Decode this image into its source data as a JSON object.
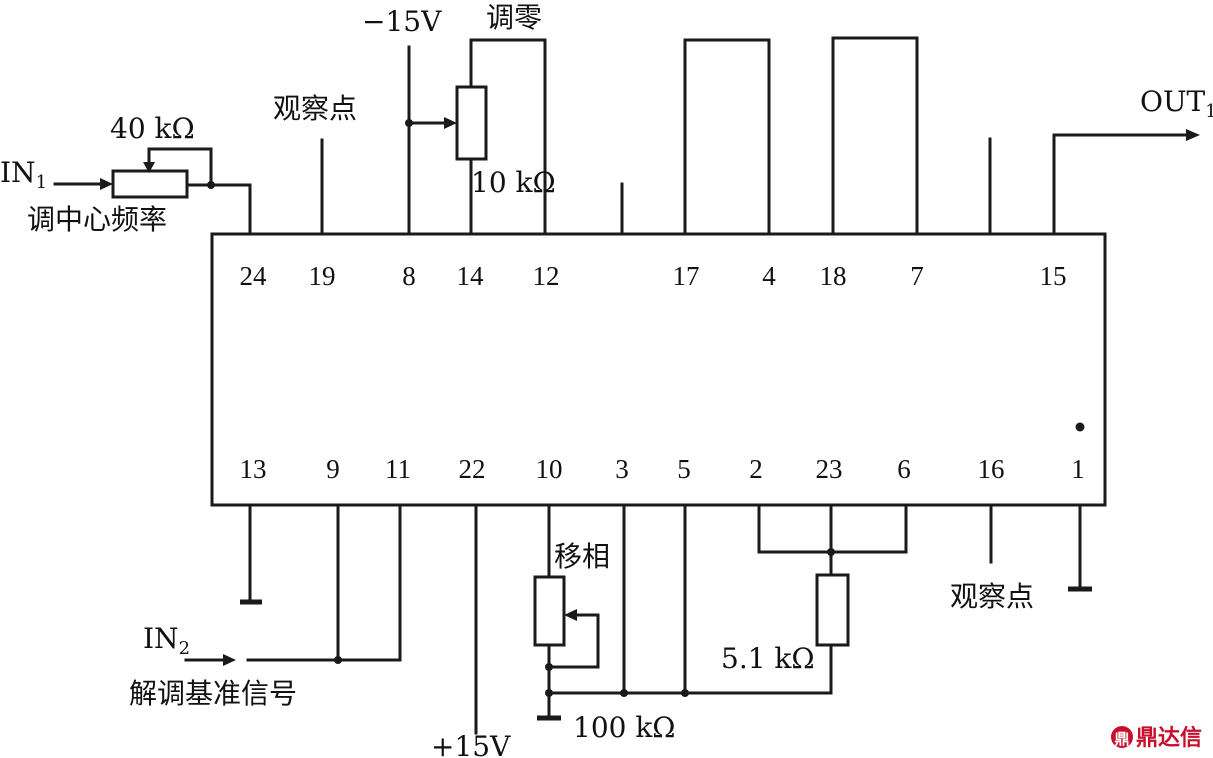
{
  "ic": {
    "top_pins": [
      "24",
      "19",
      "8",
      "14",
      "12",
      "17",
      "4",
      "18",
      "7",
      "15"
    ],
    "bottom_pins": [
      "13",
      "9",
      "11",
      "22",
      "10",
      "3",
      "5",
      "2",
      "23",
      "6",
      "16",
      "1"
    ]
  },
  "labels": {
    "in1_main": "IN",
    "in1_sub": "1",
    "in2_main": "IN",
    "in2_sub": "2",
    "out1_main": "OUT",
    "out1_sub": "1",
    "neg_supply": "−15V",
    "pos_supply": "+15V",
    "zero_adjust": "调零",
    "observe_top": "观察点",
    "observe_bottom": "观察点",
    "center_freq_adjust": "调中心频率",
    "demod_reference": "解调基准信号",
    "phase_shift": "移相",
    "res_40k": "40 kΩ",
    "res_10k": "10 kΩ",
    "res_100k": "100 kΩ",
    "res_5k1": "5.1 kΩ"
  },
  "watermark": {
    "logo_glyph": "鼎",
    "text": "鼎达信",
    "color": "#c8102e"
  },
  "colors": {
    "line": "#1a1a1a",
    "text": "#111111",
    "background": "#ffffff"
  }
}
